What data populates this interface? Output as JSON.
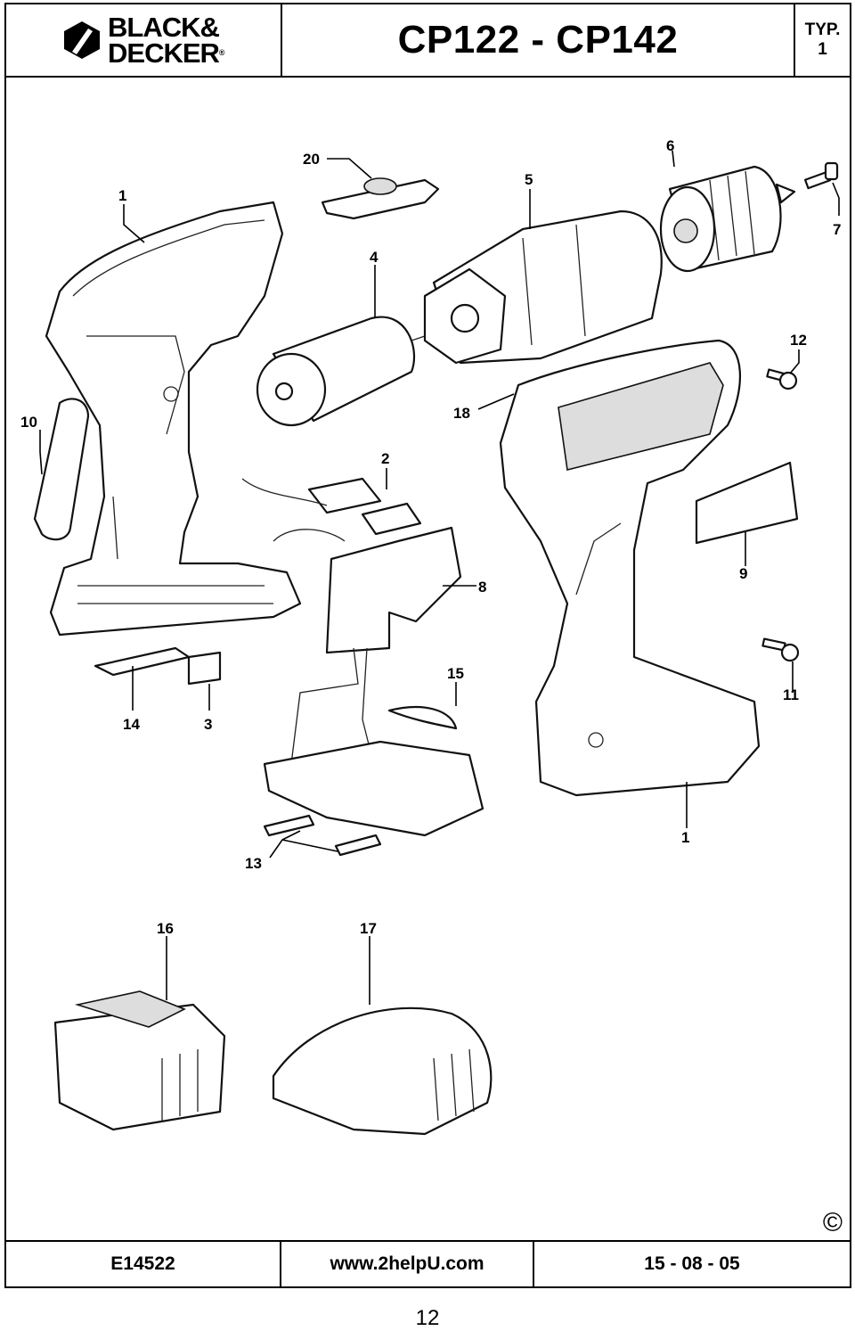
{
  "header": {
    "brand_line1": "BLACK&",
    "brand_line2": "DECKER",
    "brand_reg": "®",
    "title": "CP122 - CP142",
    "typ_label": "TYP.",
    "typ_number": "1"
  },
  "diagram": {
    "callouts": [
      {
        "id": "c20",
        "label": "20"
      },
      {
        "id": "c6",
        "label": "6"
      },
      {
        "id": "c1a",
        "label": "1"
      },
      {
        "id": "c5",
        "label": "5"
      },
      {
        "id": "c7",
        "label": "7"
      },
      {
        "id": "c4",
        "label": "4"
      },
      {
        "id": "c12",
        "label": "12"
      },
      {
        "id": "c10",
        "label": "10"
      },
      {
        "id": "c18",
        "label": "18"
      },
      {
        "id": "c2",
        "label": "2"
      },
      {
        "id": "c9",
        "label": "9"
      },
      {
        "id": "c8",
        "label": "8"
      },
      {
        "id": "c15",
        "label": "15"
      },
      {
        "id": "c11",
        "label": "11"
      },
      {
        "id": "c14",
        "label": "14"
      },
      {
        "id": "c3",
        "label": "3"
      },
      {
        "id": "c1b",
        "label": "1"
      },
      {
        "id": "c13",
        "label": "13"
      },
      {
        "id": "c16",
        "label": "16"
      },
      {
        "id": "c17",
        "label": "17"
      }
    ]
  },
  "footer": {
    "doc_code": "E14522",
    "website": "www.2helpU.com",
    "date": "15 - 08 - 05",
    "copyright_symbol": "©"
  },
  "page": {
    "number": "12"
  }
}
